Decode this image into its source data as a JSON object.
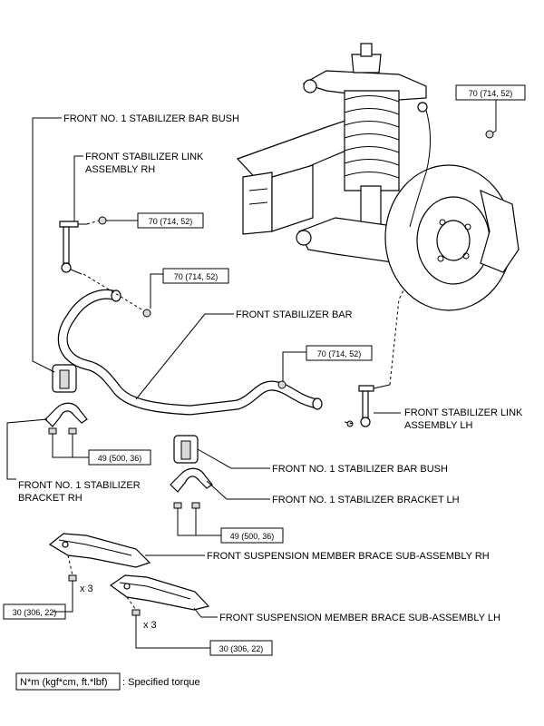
{
  "labels": {
    "bush_rh": "FRONT NO. 1 STABILIZER BAR BUSH",
    "link_rh_line1": "FRONT STABILIZER LINK",
    "link_rh_line2": "ASSEMBLY RH",
    "stabilizer_bar": "FRONT STABILIZER BAR",
    "link_lh_line1": "FRONT STABILIZER LINK",
    "link_lh_line2": "ASSEMBLY LH",
    "bush_lh": "FRONT NO. 1 STABILIZER BAR BUSH",
    "bracket_lh": "FRONT NO. 1 STABILIZER BRACKET LH",
    "bracket_rh_line1": "FRONT NO. 1 STABILIZER",
    "bracket_rh_line2": "BRACKET RH",
    "brace_rh": "FRONT SUSPENSION MEMBER BRACE SUB-ASSEMBLY RH",
    "brace_lh": "FRONT SUSPENSION MEMBER BRACE SUB-ASSEMBLY LH"
  },
  "torques": {
    "top_right": "70 (714, 52)",
    "link_rh_nut": "70 (714, 52)",
    "bar_left_nut": "70 (714, 52)",
    "bar_right_nut": "70 (714, 52)",
    "bracket_rh_bolts": "49 (500, 36)",
    "bracket_lh_bolts": "49 (500, 36)",
    "brace_rh_bolts": "30 (306, 22)",
    "brace_lh_bolts": "30 (306, 22)"
  },
  "multipliers": {
    "brace_rh": "x 3",
    "brace_lh": "x 3"
  },
  "legend": {
    "unit": "N*m (kgf*cm, ft.*lbf)",
    "description": ": Specified torque"
  }
}
